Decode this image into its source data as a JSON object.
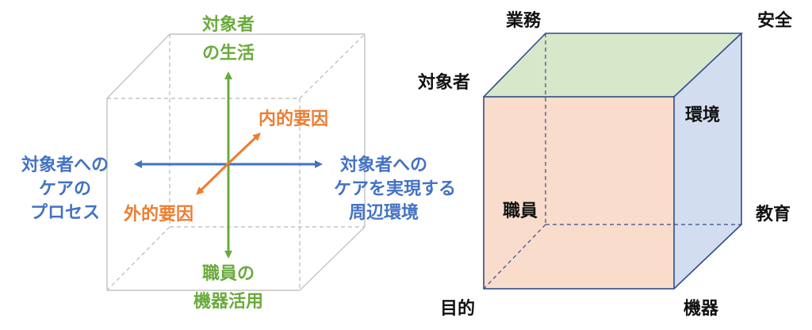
{
  "left_diagram": {
    "axes": {
      "vertical": {
        "top_lines": [
          "対象者",
          "の生活"
        ],
        "bottom_lines": [
          "職員の",
          "機器活用"
        ],
        "color": "#6aab3c"
      },
      "horizontal": {
        "left_lines": [
          "対象者への",
          "ケアの",
          "プロセス"
        ],
        "right_lines": [
          "対象者への",
          "ケアを実現する",
          "周辺環境"
        ],
        "color": "#4472c4"
      },
      "diagonal": {
        "upper_label": "内的要因",
        "lower_label": "外的要因",
        "color": "#ed7d31"
      }
    },
    "cube_line_color": "#b8b8b8"
  },
  "right_diagram": {
    "corner_labels": {
      "top_back_left": "業務",
      "top_back_right": "安全",
      "top_front_left": "対象者",
      "right_upper": "環境",
      "right_lower": "教育",
      "bottom_front_left": "目的",
      "bottom_front_right": "機器"
    },
    "face_labels": {
      "front": "職員"
    },
    "colors": {
      "front": "#f9dccb",
      "top": "#d6e8c9",
      "side": "#d3ddf0",
      "edge": "#2f4c8a"
    }
  }
}
